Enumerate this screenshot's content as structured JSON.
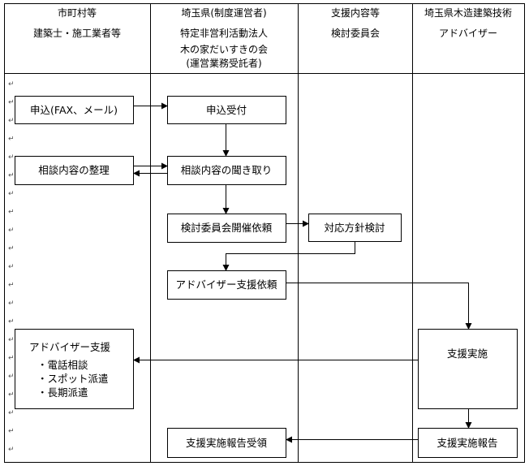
{
  "header": {
    "col1": [
      "市町村等",
      "建築士・施工業者等"
    ],
    "col2": [
      "埼玉県(制度運営者)",
      "特定非営利活動法人",
      "木の家だいすきの会",
      "(運営業務受託者)"
    ],
    "col3": [
      "支援内容等",
      "検討委員会"
    ],
    "col4": [
      "埼玉県木造建築技術",
      "アドバイザー"
    ]
  },
  "boxes": {
    "apply": "申込(FAX、メール)",
    "organize": "相談内容の整理",
    "receive": "申込受付",
    "hearing": "相談内容の聞き取り",
    "committee_request": "検討委員会開催依頼",
    "policy": "対応方針検討",
    "advisor_request": "アドバイザー支援依頼",
    "support_exec": "支援実施",
    "support_report": "支援実施報告",
    "report_receive": "支援実施報告受領",
    "advisor_support": {
      "title": "アドバイザー支援",
      "items": [
        "・電話相談",
        "・スポット派遣",
        "・長期派遣"
      ]
    }
  }
}
